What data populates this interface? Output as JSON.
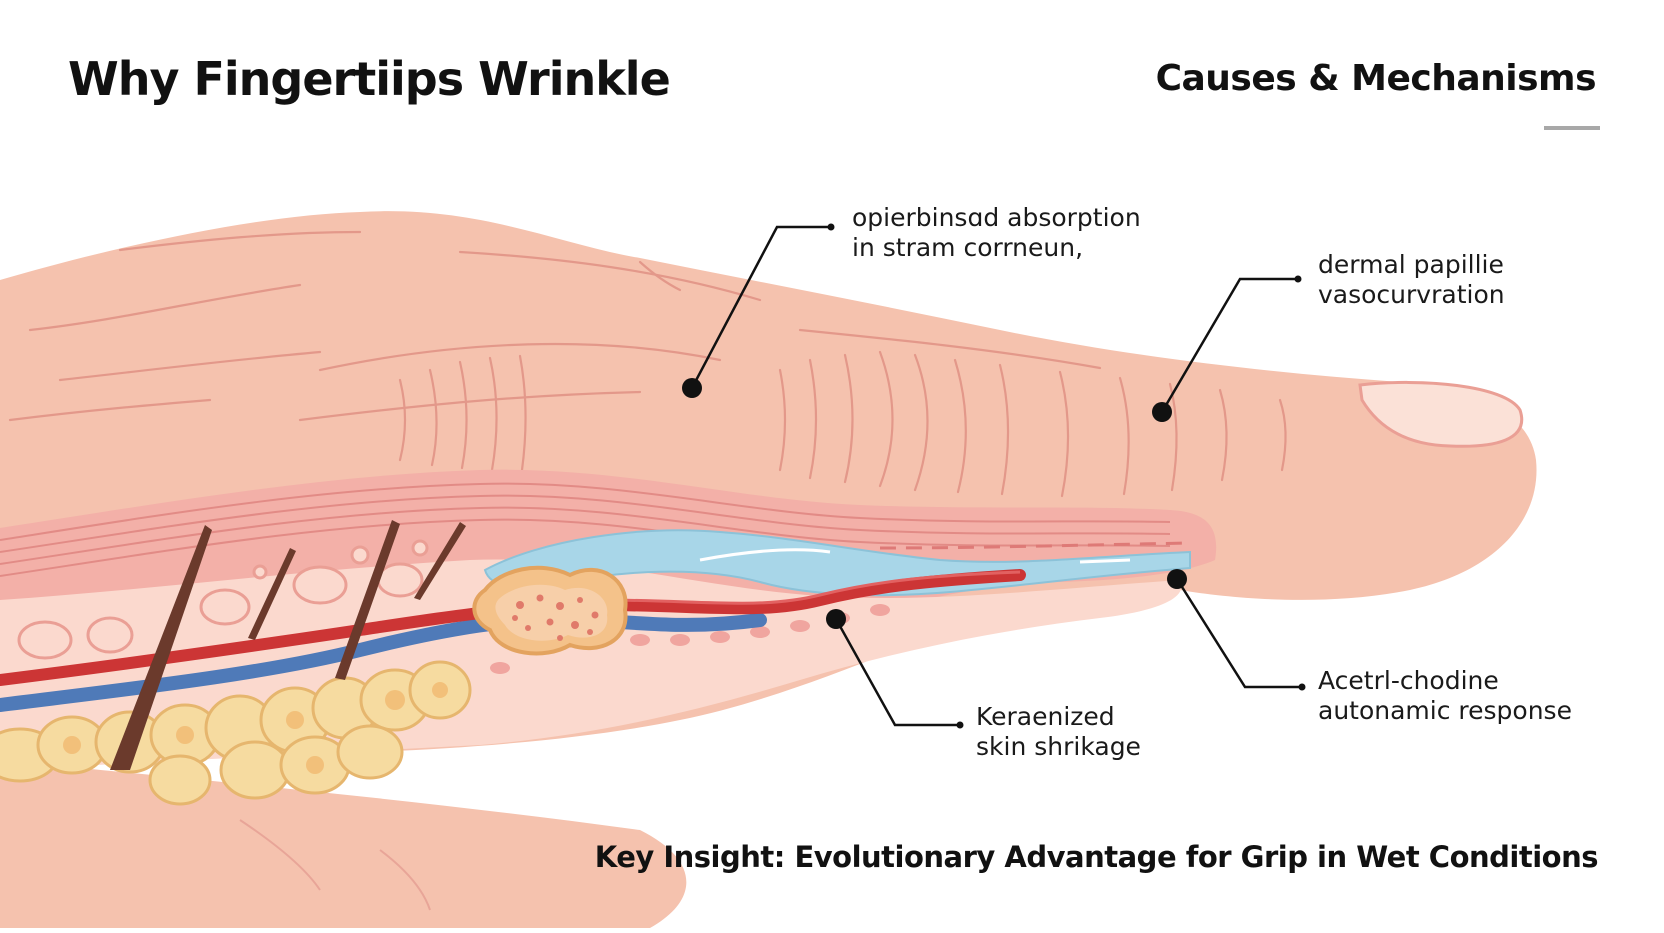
{
  "header": {
    "title": "Why Fingertiips Wrinkle",
    "subtitle": "Causes & Mechanisms"
  },
  "labels": [
    {
      "id": "absorption",
      "lines": [
        "opierbinsɑd absorption",
        "in stram corrneun,"
      ]
    },
    {
      "id": "papillie",
      "lines": [
        "dermal papillie",
        "vasocurvration"
      ]
    },
    {
      "id": "acetylcholine",
      "lines": [
        "Acetrl-chodine",
        "autonamic response"
      ]
    },
    {
      "id": "keratinized",
      "lines": [
        "Keraenized",
        "skin shrikage"
      ]
    }
  ],
  "footer": {
    "insight": "Key Insight: Evolutionary Advantage for Grip in Wet Conditions"
  },
  "colors": {
    "skin": "#f5c2ae",
    "skin_dark": "#e89e90",
    "nail": "#fbe1d7",
    "dermis": "#f2a7a2",
    "artery": "#cc3535",
    "vein": "#4f7ab8",
    "fat": "#f6dba0",
    "water": "#a8d6e8",
    "hair": "#6b3a2c",
    "ink": "#111111",
    "rule": "#a8a8a8"
  }
}
